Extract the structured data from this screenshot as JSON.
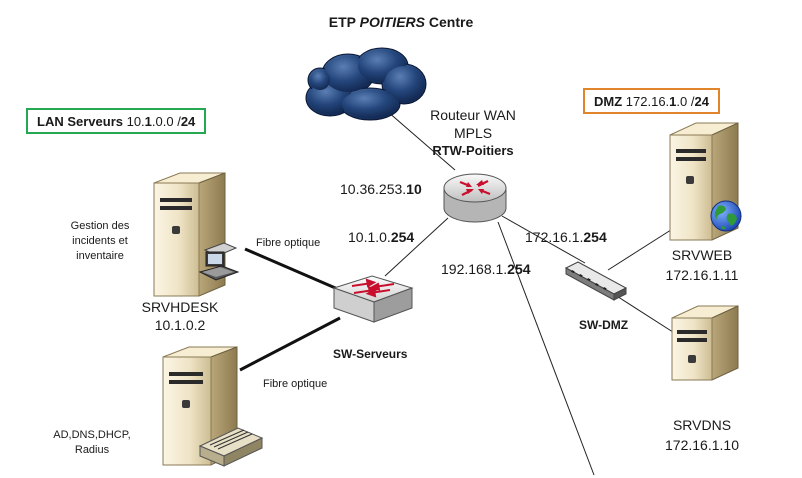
{
  "title": {
    "prefix": "ETP ",
    "city": "POITIERS",
    "suffix": " Centre"
  },
  "lan_box": {
    "label": "LAN Serveurs",
    "ip_a": " 10.",
    "ip_b": "1",
    "ip_c": ".0.0 /",
    "mask": "24"
  },
  "dmz_box": {
    "label": "DMZ",
    "ip_a": " 172.16.",
    "ip_b": "1",
    "ip_c": ".0 /",
    "mask": "24"
  },
  "router": {
    "line1": "Routeur WAN",
    "line2": "MPLS",
    "name": "RTW-Poitiers",
    "if_wan_a": "10.36.253.",
    "if_wan_b": "10",
    "if_lan_a": "10.1.0.",
    "if_lan_b": "254",
    "if_dmz_a": "172.16.1.",
    "if_dmz_b": "254",
    "if_other_a": "192.168.1.",
    "if_other_b": "254"
  },
  "sw_serveurs": {
    "name": "SW-Serveurs"
  },
  "sw_dmz": {
    "name": "SW-DMZ"
  },
  "links": {
    "fibre_1": "Fibre optique",
    "fibre_2": "Fibre optique"
  },
  "srvhdesk": {
    "name": "SRVHDESK",
    "ip": "10.1.0.2",
    "role_l1": "Gestion des",
    "role_l2": "incidents et",
    "role_l3": "inventaire"
  },
  "srvad": {
    "role_l1": "AD,DNS,DHCP,",
    "role_l2": "Radius"
  },
  "srvweb": {
    "name": "SRVWEB",
    "ip": "172.16.1.11"
  },
  "srvdns": {
    "name": "SRVDNS",
    "ip": "172.16.1.10"
  },
  "colors": {
    "lan_border": "#26a852",
    "dmz_border": "#e2852a",
    "cloud": "#1c3c6e",
    "arrow_red": "#c8102e"
  }
}
